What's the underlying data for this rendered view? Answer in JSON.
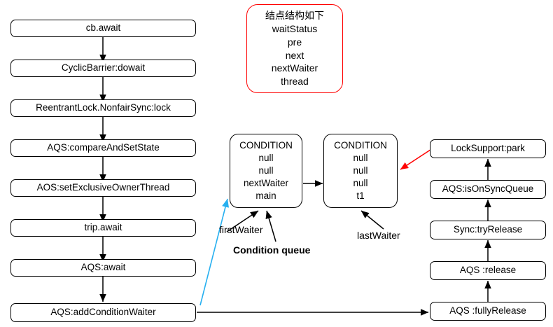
{
  "diagram": {
    "title_note": {
      "name": "node-structure-note",
      "border_color": "#ff0000",
      "lines": [
        "结点结构如下",
        "waitStatus",
        "pre",
        "next",
        "nextWaiter",
        "thread"
      ]
    },
    "left_flow": {
      "name": "call-stack-flow",
      "nodes": [
        {
          "id": "cb-await",
          "label": "cb.await"
        },
        {
          "id": "cyclicbarrier-dowait",
          "label": "CyclicBarrier:dowait"
        },
        {
          "id": "reentrantlock-nonfairsync-lock",
          "label": "ReentrantLock.NonfairSync:lock"
        },
        {
          "id": "aqs-compareandsetstate",
          "label": "AQS:compareAndSetState"
        },
        {
          "id": "aos-setexclusiveownerthread",
          "label": "AOS:setExclusiveOwnerThread"
        },
        {
          "id": "trip-await",
          "label": "trip.await"
        },
        {
          "id": "aqs-await",
          "label": "AQS:await"
        },
        {
          "id": "aqs-addconditionwaiter",
          "label": "AQS:addConditionWaiter"
        }
      ]
    },
    "right_flow": {
      "name": "release-park-flow",
      "nodes": [
        {
          "id": "locksupport-park",
          "label": "LockSupport:park"
        },
        {
          "id": "aqs-isonsyncqueue",
          "label": "AQS:isOnSyncQueue"
        },
        {
          "id": "sync-tryrelease",
          "label": "Sync:tryRelease"
        },
        {
          "id": "aqs-release",
          "label": "AQS :release"
        },
        {
          "id": "aqs-fullyrelease",
          "label": "AQS :fullyRelease"
        }
      ]
    },
    "condition_queue": {
      "name": "condition-queue",
      "caption": "Condition queue",
      "first_waiter_label": "firstWaiter",
      "last_waiter_label": "lastWaiter",
      "nodes": [
        {
          "id": "condition-node-main",
          "lines": [
            "CONDITION",
            "null",
            "null",
            "nextWaiter",
            "main"
          ]
        },
        {
          "id": "condition-node-t1",
          "lines": [
            "CONDITION",
            "null",
            "null",
            "null",
            "t1"
          ]
        }
      ]
    },
    "connector_colors": {
      "default": "#000000",
      "highlight_cyan": "#27b0f0",
      "highlight_red": "#ff0000"
    }
  }
}
